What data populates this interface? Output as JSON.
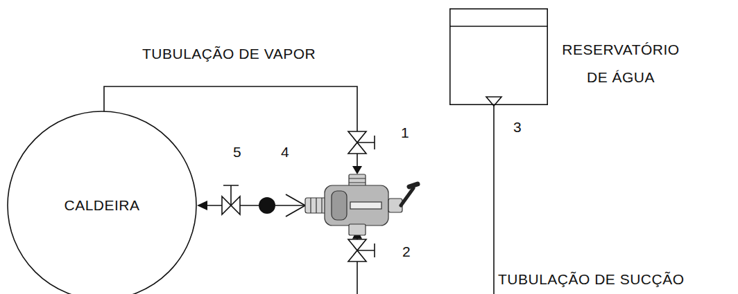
{
  "diagram": {
    "nodes": [
      {
        "text": [
          "CALDEIRA"
        ]
      },
      {
        "text": [
          "RESERVATÓRIO DE ÁGUA"
        ]
      }
    ],
    "labels": [
      "TUBULAÇÃO DE VAPOR",
      "5",
      "4",
      "1",
      "3",
      "2",
      "TUBULAÇÃO DE SUCÇÃO"
    ]
  }
}
